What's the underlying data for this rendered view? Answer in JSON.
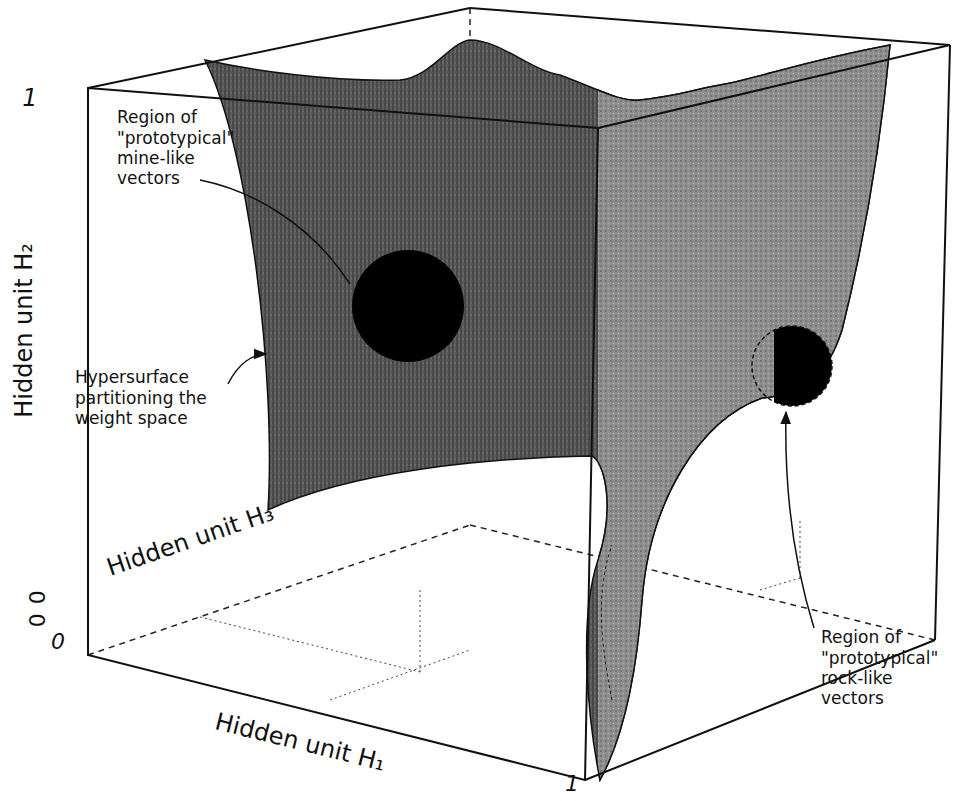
{
  "diagram": {
    "labels": [
      "1",
      "Hidden unit H₂",
      "0",
      "0",
      "0",
      "Hidden unit H₃",
      "Hidden unit H₁",
      "1",
      "Region of \"prototypical\" mine-like vectors",
      "Hypersurface partitioning the weight space",
      "Region of \"prototypical\" rock-like vectors"
    ]
  }
}
